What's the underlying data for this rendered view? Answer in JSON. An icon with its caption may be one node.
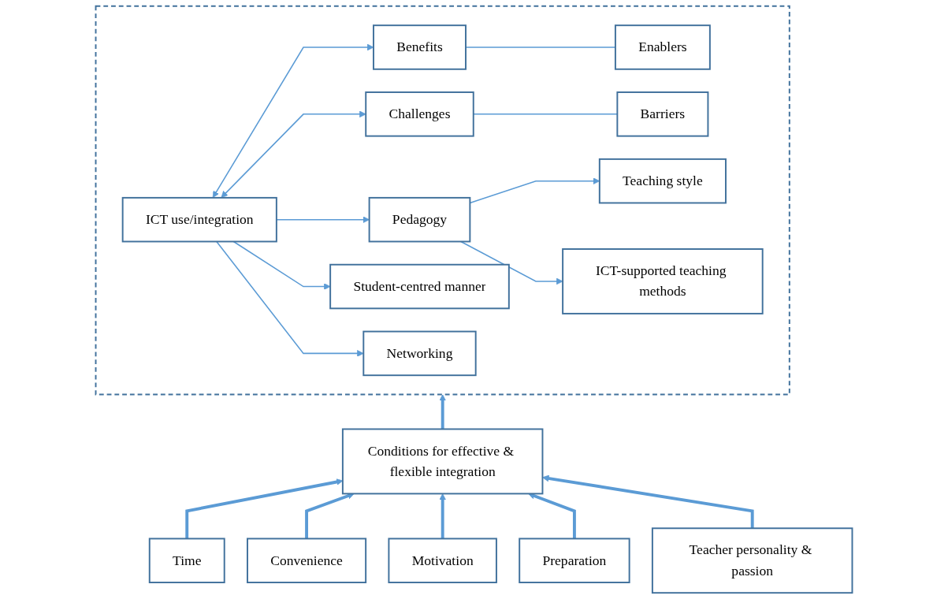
{
  "diagram": {
    "nodes": [
      {
        "text": [],
        "shape": "box"
      },
      {
        "text": [
          "ICT use/integration"
        ],
        "in": 0
      },
      {
        "text": [
          "Benefits"
        ],
        "in": 0
      },
      {
        "text": [
          "Enablers"
        ],
        "in": 0
      },
      {
        "text": [
          "Challenges"
        ],
        "in": 0
      },
      {
        "text": [
          "Barriers"
        ],
        "in": 0
      },
      {
        "text": [
          "Pedagogy"
        ],
        "in": 0
      },
      {
        "text": [
          "Teaching style"
        ],
        "in": 0
      },
      {
        "text": [
          "ICT-supported teaching methods"
        ],
        "in": 0
      },
      {
        "text": [
          "Student-centred manner"
        ],
        "in": 0
      },
      {
        "text": [
          "Networking"
        ],
        "in": 0
      },
      {
        "text": [
          "Conditions for effective & flexible integration"
        ]
      },
      {
        "text": [
          "Time"
        ]
      },
      {
        "text": [
          "Convenience"
        ]
      },
      {
        "text": [
          "Motivation"
        ]
      },
      {
        "text": [
          "Preparation"
        ]
      },
      {
        "text": [
          "Teacher personality & passion"
        ]
      }
    ],
    "edges": [
      {
        "from": 1,
        "to": 2,
        "arrow": "both"
      },
      {
        "from": 1,
        "to": 4,
        "arrow": "both"
      },
      {
        "from": 2,
        "to": 3,
        "arrow": "none"
      },
      {
        "from": 4,
        "to": 5,
        "arrow": "none"
      },
      {
        "from": 1,
        "to": 6,
        "arrow": "to"
      },
      {
        "from": 1,
        "to": 9,
        "arrow": "to"
      },
      {
        "from": 1,
        "to": 10,
        "arrow": "to"
      },
      {
        "from": 6,
        "to": 7,
        "arrow": "to"
      },
      {
        "from": 6,
        "to": 8,
        "arrow": "to"
      },
      {
        "from": 11,
        "to": 0,
        "arrow": "to",
        "style": "thick"
      },
      {
        "from": 12,
        "to": 11,
        "arrow": "to",
        "style": "thick"
      },
      {
        "from": 13,
        "to": 11,
        "arrow": "to",
        "style": "thick"
      },
      {
        "from": 14,
        "to": 11,
        "arrow": "to",
        "style": "thick"
      },
      {
        "from": 15,
        "to": 11,
        "arrow": "to",
        "style": "thick"
      },
      {
        "from": 16,
        "to": 11,
        "arrow": "to",
        "style": "thick"
      }
    ]
  }
}
